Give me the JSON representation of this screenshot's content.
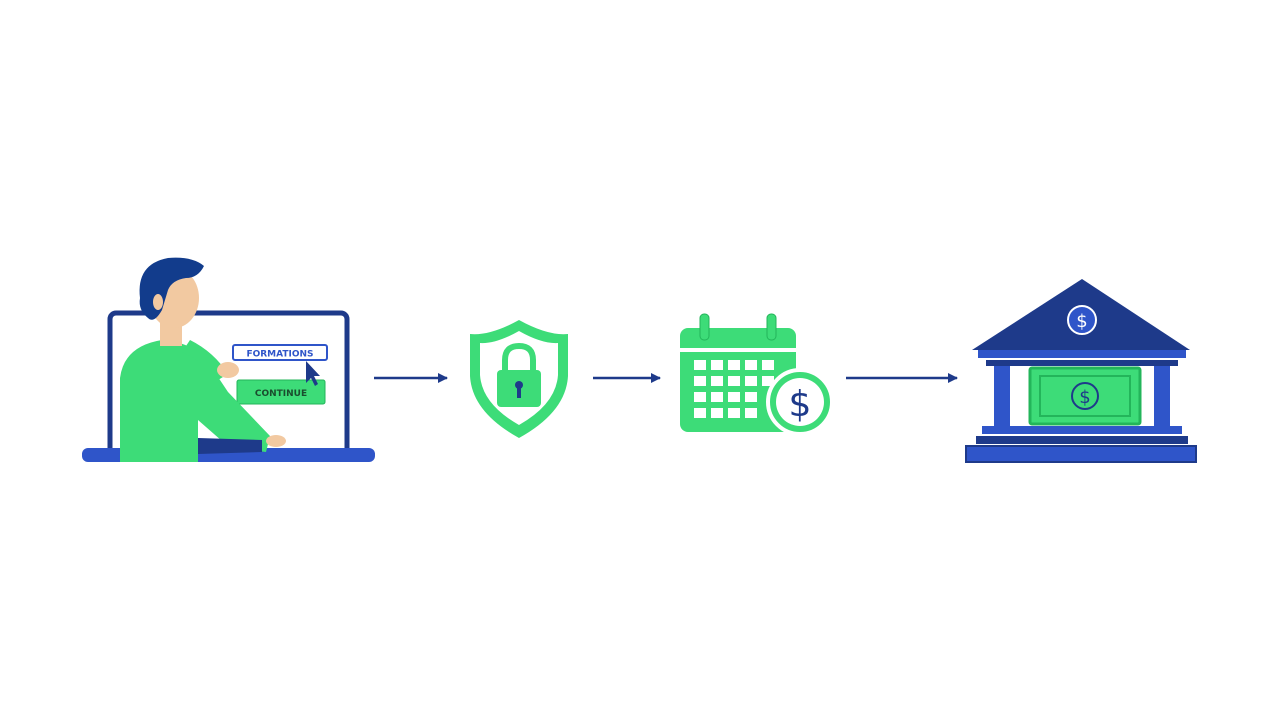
{
  "colors": {
    "navy": "#1e3a8a",
    "blue": "#2f55c9",
    "green": "#3ddc78",
    "dark_green": "#23b55a",
    "skin": "#f2c9a1",
    "hair": "#123c8c",
    "white": "#ffffff"
  },
  "steps": [
    {
      "id": "apply-online",
      "icon": "person-at-laptop-icon"
    },
    {
      "id": "secure-verification",
      "icon": "shield-lock-icon"
    },
    {
      "id": "scheduled-payment",
      "icon": "calendar-dollar-icon"
    },
    {
      "id": "bank-deposit",
      "icon": "bank-icon"
    }
  ],
  "connectors": [
    "arrow-right-icon",
    "arrow-right-icon",
    "arrow-right-icon"
  ],
  "screen": {
    "field_text": "FORMATIONS",
    "button_text": "CONTINUE"
  }
}
